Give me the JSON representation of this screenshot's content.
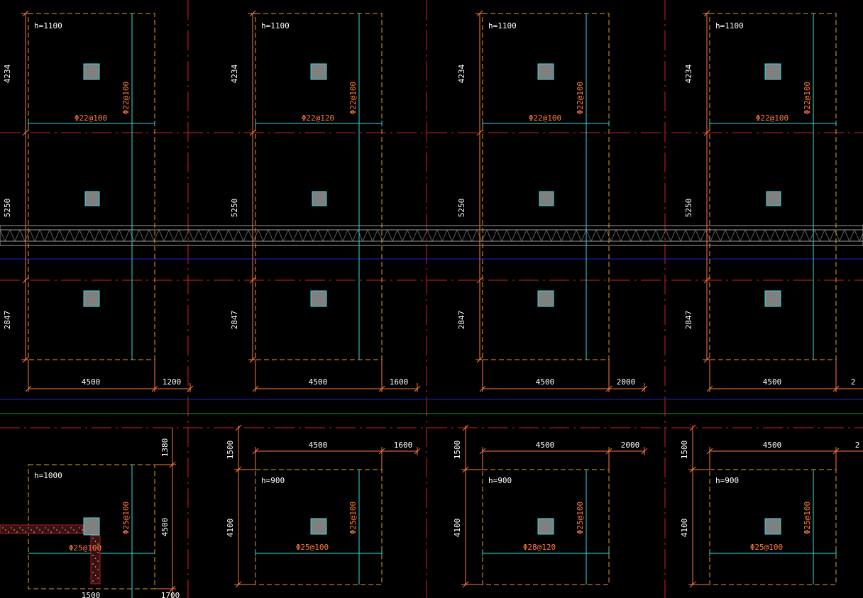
{
  "background": "#000000",
  "colors": {
    "grid_red": "#d42020",
    "footing": "#e8a020",
    "dim": "#ff7a3a",
    "rebar": "#39d8e0",
    "blue": "#2020d0",
    "green": "#20a020",
    "column_fill": "#808080",
    "column_edge": "#39d8e0",
    "text": "#ffffff",
    "wall": "#b02020"
  },
  "top_row": {
    "vdims": [
      "4234",
      "5250",
      "2847"
    ],
    "bottom_dim_main": "4500",
    "footings": [
      {
        "h": "h=1100",
        "bottom_rebar": "Φ22@100",
        "side_rebar": "Φ22@100",
        "right_dim": "1200"
      },
      {
        "h": "h=1100",
        "bottom_rebar": "Φ22@120",
        "side_rebar": "Φ22@100",
        "right_dim": "1600"
      },
      {
        "h": "h=1100",
        "bottom_rebar": "Φ22@100",
        "side_rebar": "Φ22@100",
        "right_dim": "2000"
      },
      {
        "h": "h=1100",
        "bottom_rebar": "Φ22@100",
        "side_rebar": "Φ22@100",
        "right_dim": "2"
      }
    ]
  },
  "bottom_row": {
    "first": {
      "h": "h=1000",
      "top_dim": "1380",
      "height_dim": "4500",
      "rebar_x": "Φ25@100",
      "rebar_y": "Φ25@100",
      "bottom_left_dim": "1500",
      "bottom_right_dim": "1700"
    },
    "footings": [
      {
        "h": "h=900",
        "top_dim": "4500",
        "top_right_dim": "1600",
        "left_top_dim": "1500",
        "left_dim": "4100",
        "bottom_rebar": "Φ25@100",
        "side_rebar": "Φ25@100"
      },
      {
        "h": "h=900",
        "top_dim": "4500",
        "top_right_dim": "2000",
        "left_top_dim": "1500",
        "left_dim": "4100",
        "bottom_rebar": "Φ28@120",
        "side_rebar": "Φ25@100"
      },
      {
        "h": "h=900",
        "top_dim": "4500",
        "top_right_dim": "2",
        "left_top_dim": "1500",
        "left_dim": "4100",
        "bottom_rebar": "Φ25@100",
        "side_rebar": "Φ25@100"
      }
    ]
  }
}
